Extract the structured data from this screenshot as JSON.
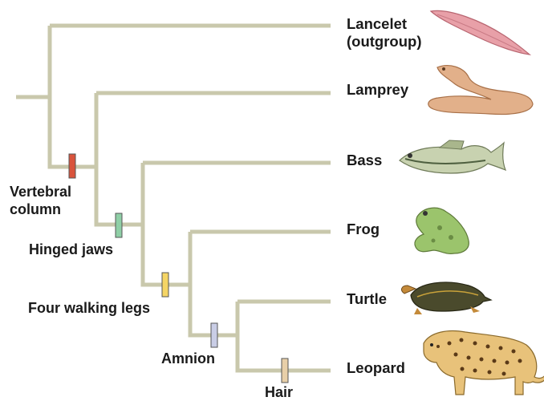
{
  "taxa": [
    {
      "name": "Lancelet",
      "note": "(outgroup)",
      "icon": "lancelet-icon"
    },
    {
      "name": "Lamprey",
      "icon": "lamprey-icon"
    },
    {
      "name": "Bass",
      "icon": "bass-icon"
    },
    {
      "name": "Frog",
      "icon": "frog-icon"
    },
    {
      "name": "Turtle",
      "icon": "turtle-icon"
    },
    {
      "name": "Leopard",
      "icon": "leopard-icon"
    }
  ],
  "traits": [
    {
      "line1": "Vertebral",
      "line2": "column",
      "color": "#d9533c"
    },
    {
      "line1": "Hinged jaws",
      "color": "#8fcfa6"
    },
    {
      "line1": "Four walking legs",
      "color": "#f5d565"
    },
    {
      "line1": "Amnion",
      "color": "#c9cde6"
    },
    {
      "line1": "Hair",
      "color": "#e8cfa8"
    }
  ],
  "colors": {
    "branch": "#c9c8ac",
    "text": "#1a1a1a"
  }
}
